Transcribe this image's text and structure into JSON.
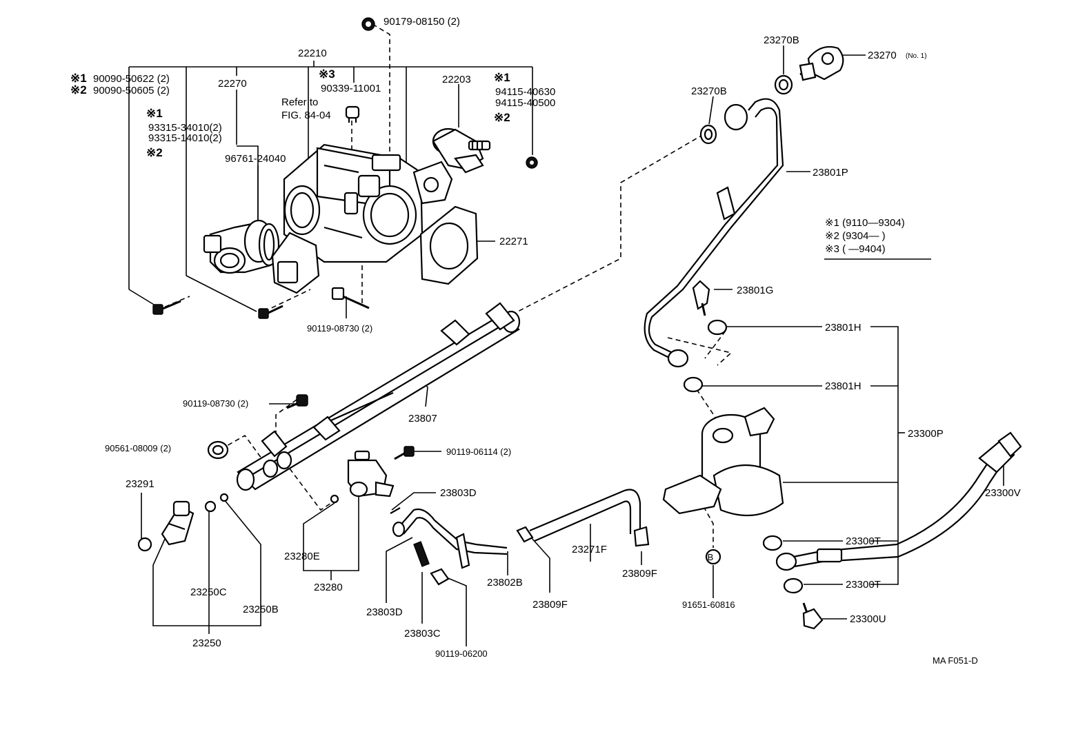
{
  "labels": {
    "p90179_08150": "90179-08150 (2)",
    "p22210": "22210",
    "p90090_50622": "90090-50622 (2)",
    "p90090_50605": "90090-50605 (2)",
    "p22270": "22270",
    "p93315_34010": "93315-34010(2)",
    "p93315_14010": "93315-14010(2)",
    "p96761_24040": "96761-24040",
    "p90339_11001": "90339-11001",
    "refer_to": "Refer to",
    "fig_ref": "FIG. 84-04",
    "p22203": "22203",
    "p94115_40630": "94115-40630",
    "p94115_40500": "94115-40500",
    "p22271": "22271",
    "p90119_08730_a": "90119-08730 (2)",
    "p90119_08730_b": "90119-08730 (2)",
    "p90561_08009": "90561-08009 (2)",
    "p23807": "23807",
    "p90119_06114": "90119-06114 (2)",
    "p23803D_a": "23803D",
    "p23291": "23291",
    "p23280E": "23280E",
    "p23280": "23280",
    "p23250C": "23250C",
    "p23250B": "23250B",
    "p23250": "23250",
    "p23803D_b": "23803D",
    "p23803C": "23803C",
    "p90119_06200": "90119-06200",
    "p23802B": "23802B",
    "p23809F_a": "23809F",
    "p23271F": "23271F",
    "p23809F_b": "23809F",
    "p91651_60816": "91651-60816",
    "circle_b": "B",
    "p23270B_top": "23270B",
    "p23270": "23270",
    "p23270_no1": "(No. 1)",
    "p23270B_mid": "23270B",
    "p23801P": "23801P",
    "p23801G": "23801G",
    "p23801H_a": "23801H",
    "p23801H_b": "23801H",
    "p23300P": "23300P",
    "p23300V": "23300V",
    "p23300T_a": "23300T",
    "p23300T_b": "23300T",
    "p23300U": "23300U",
    "code": "MA  F051-D"
  },
  "marks": {
    "m1": "※1",
    "m2": "※2",
    "m3": "※3"
  },
  "legend": {
    "row1": "※1 (9110—9304)",
    "row2": "※2 (9304—        )",
    "row3": "※3 (       —9404)"
  }
}
